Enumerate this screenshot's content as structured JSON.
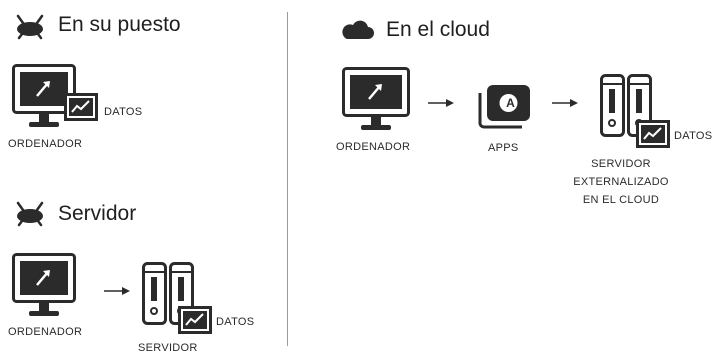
{
  "colors": {
    "ink": "#2b2b2b",
    "screen_fill": "#ffffff",
    "line": "#9a9a9a"
  },
  "left_top": {
    "icon": "bug-icon",
    "title": "En su puesto",
    "computer_label": "ORDENADOR",
    "data_label": "DATOS"
  },
  "left_bottom": {
    "icon": "bug-icon",
    "title": "Servidor",
    "computer_label": "ORDENADOR",
    "data_label": "DATOS",
    "server_label": "SERVIDOR"
  },
  "right": {
    "icon": "cloud-icon",
    "title": "En el cloud",
    "computer_label": "ORDENADOR",
    "apps_label": "APPS",
    "apps_letter": "A",
    "data_label": "DATOS",
    "server_label_lines": [
      "SERVIDOR",
      "EXTERNALIZADO",
      "EN EL CLOUD"
    ]
  }
}
